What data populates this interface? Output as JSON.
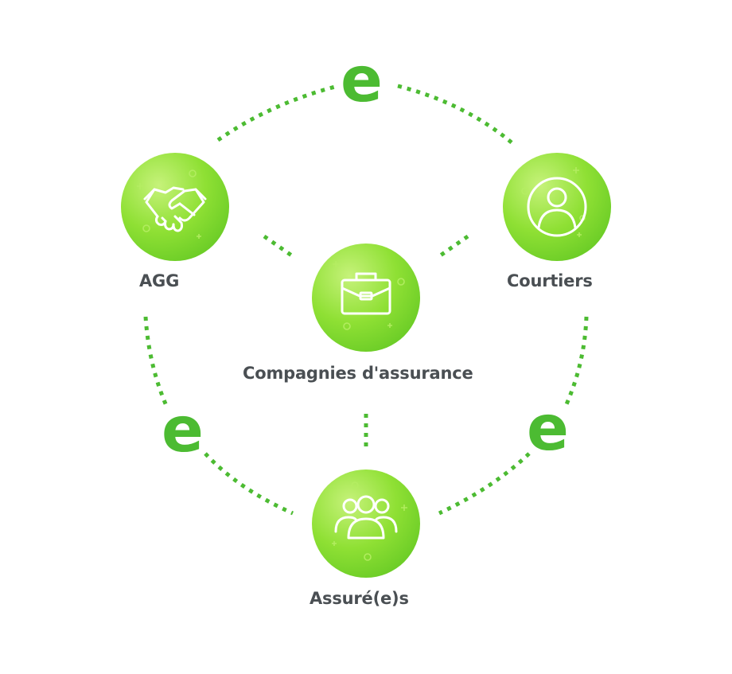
{
  "nodes": {
    "agg": {
      "label": "AGG",
      "icon": "handshake-icon"
    },
    "courtiers": {
      "label": "Courtiers",
      "icon": "user-circle-icon"
    },
    "compagnies": {
      "label": "Compagnies d'assurance",
      "icon": "briefcase-icon"
    },
    "assures": {
      "label": "Assuré(e)s",
      "icon": "group-people-icon"
    }
  },
  "connector_marks": {
    "top": "e",
    "left": "e",
    "right": "e"
  },
  "colors": {
    "accent_green": "#4cbb32",
    "node_light": "#c6f27a",
    "node_dark": "#56c11f",
    "label_text": "#4a4f53"
  }
}
